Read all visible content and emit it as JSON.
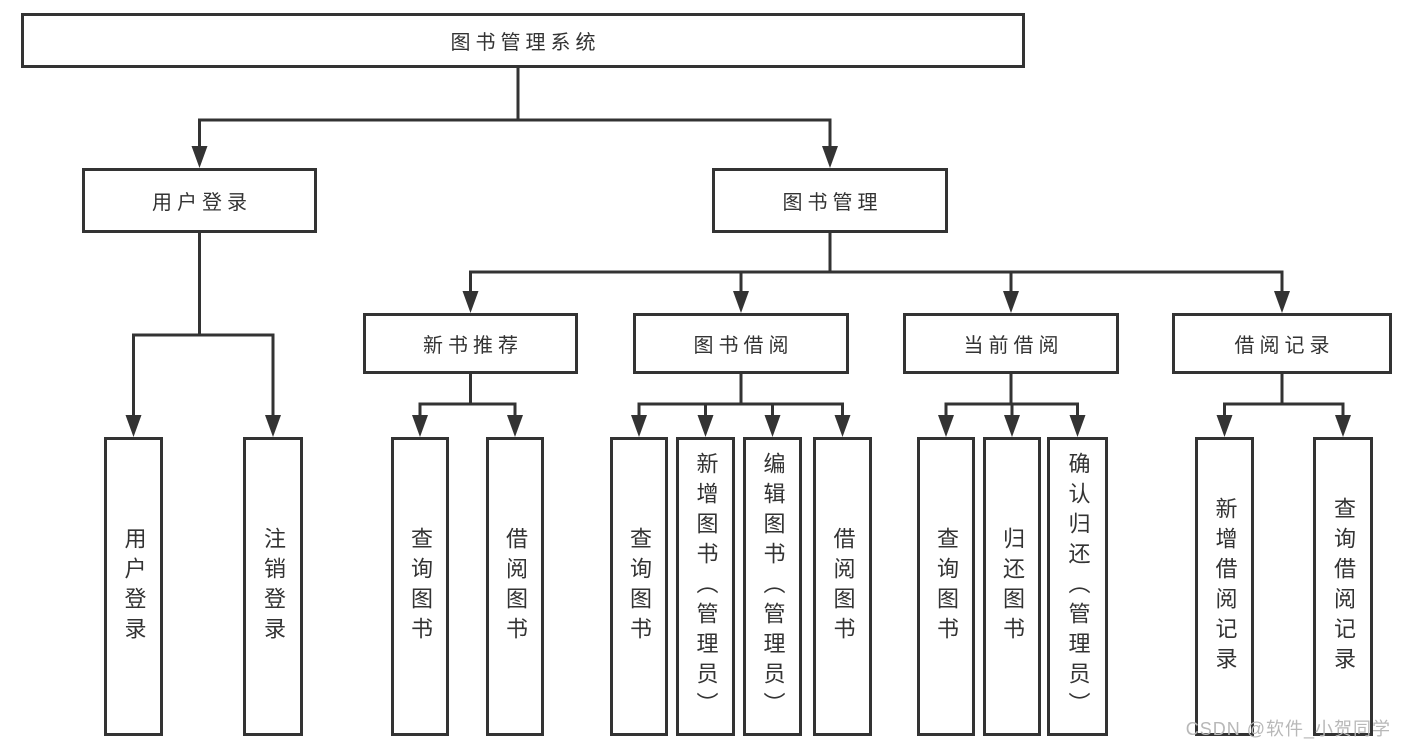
{
  "colors": {
    "line_color": "#333333",
    "text_color": "#333333",
    "watermark_color": "#b8b8b8",
    "node_background": "#ffffff",
    "page_background": "#ffffff"
  },
  "watermark": {
    "text": "CSDN @软件_小贺同学"
  },
  "diagram": {
    "type": "hierarchy-tree",
    "tree": {
      "label": "图书管理系统",
      "children": [
        {
          "label": "用户登录",
          "children": [
            {
              "label": "用户登录"
            },
            {
              "label": "注销登录"
            }
          ]
        },
        {
          "label": "图书管理",
          "children": [
            {
              "label": "新书推荐",
              "children": [
                {
                  "label": "查询图书"
                },
                {
                  "label": "借阅图书"
                }
              ]
            },
            {
              "label": "图书借阅",
              "children": [
                {
                  "label": "查询图书"
                },
                {
                  "label": "新增图书（管理员）"
                },
                {
                  "label": "编辑图书（管理员）"
                },
                {
                  "label": "借阅图书"
                }
              ]
            },
            {
              "label": "当前借阅",
              "children": [
                {
                  "label": "查询图书"
                },
                {
                  "label": "归还图书"
                },
                {
                  "label": "确认归还（管理员）"
                }
              ]
            },
            {
              "label": "借阅记录",
              "children": [
                {
                  "label": "新增借阅记录"
                },
                {
                  "label": "查询借阅记录"
                }
              ]
            }
          ]
        }
      ]
    }
  }
}
